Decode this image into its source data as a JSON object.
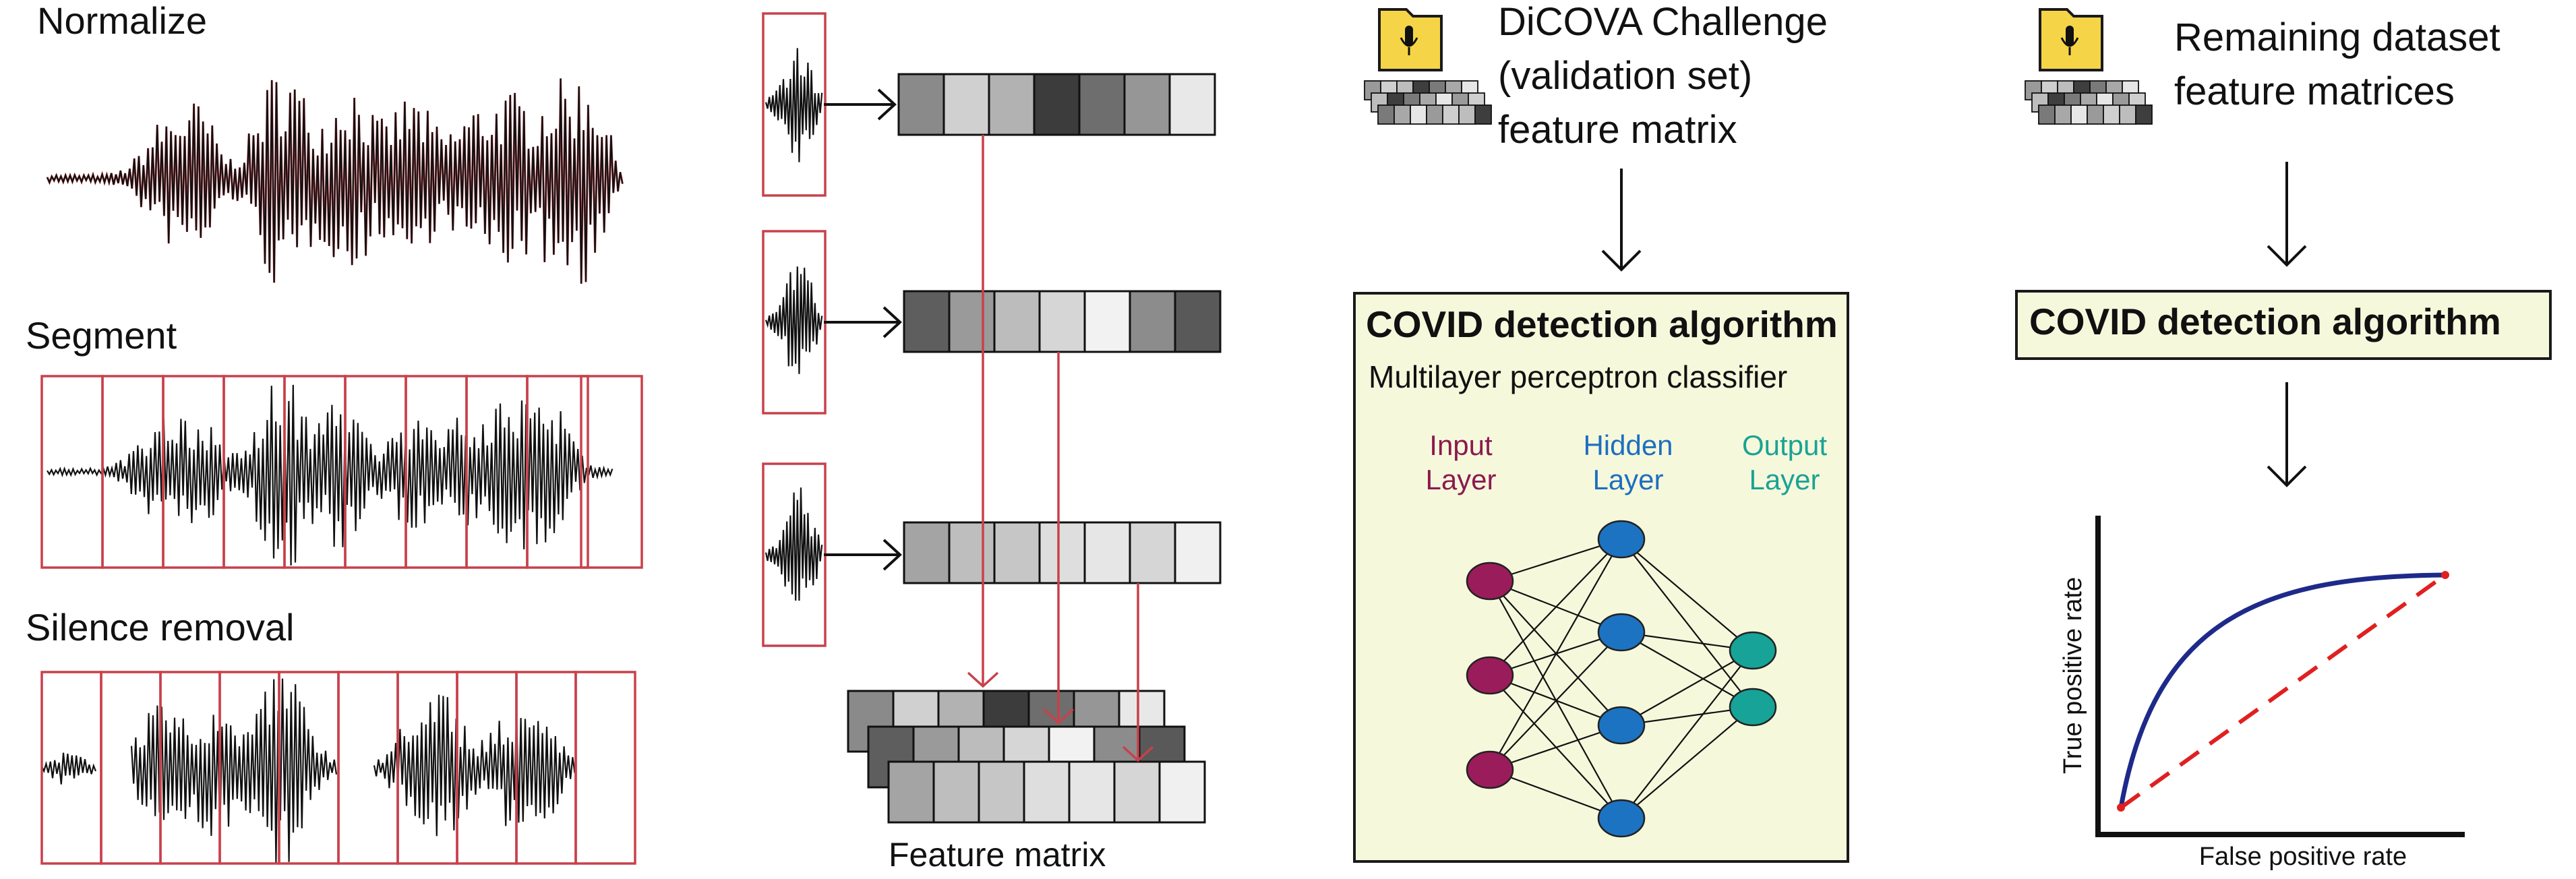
{
  "labels": {
    "normalize": "Normalize",
    "segment": "Segment",
    "silence_removal": "Silence removal",
    "feature_matrix": "Feature matrix",
    "dicova_line1": "DiCOVA Challenge",
    "dicova_line2": "(validation set)",
    "dicova_line3": "feature matrix",
    "remaining_line1": "Remaining dataset",
    "remaining_line2": "feature matrices"
  },
  "algorithm_box": {
    "title": "COVID detection algorithm",
    "subtitle": "Multilayer perceptron classifier",
    "input_layer_line1": "Input",
    "input_layer_line2": "Layer",
    "hidden_layer_line1": "Hidden",
    "hidden_layer_line2": "Layer",
    "output_layer_line1": "Output",
    "output_layer_line2": "Layer"
  },
  "algorithm_box_right": {
    "title": "COVID detection algorithm"
  },
  "roc": {
    "xlabel": "False positive rate",
    "ylabel": "True positive rate"
  },
  "network": {
    "input_nodes": 3,
    "hidden_nodes": 4,
    "output_nodes": 2
  },
  "feature_vectors": [
    [
      "#8a8a8a",
      "#d0d0d0",
      "#b2b2b2",
      "#3c3c3c",
      "#6e6e6e",
      "#969696",
      "#e8e8e8"
    ],
    [
      "#5e5e5e",
      "#9a9a9a",
      "#bcbcbc",
      "#d6d6d6",
      "#f2f2f2",
      "#8c8c8c",
      "#595959"
    ],
    [
      "#a4a4a4",
      "#bebebe",
      "#c6c6c6",
      "#dedede",
      "#e6e6e6",
      "#d6d6d6",
      "#f0f0f0"
    ]
  ],
  "colors": {
    "red": "#c8414b",
    "input_node": "#9b1c5a",
    "hidden_node": "#1c73c2",
    "output_node": "#17a397",
    "input_label": "#8b1a4f",
    "hidden_label": "#1d6fbf",
    "output_label": "#1aa394",
    "box_fill": "#f6f8dc",
    "roc_curve": "#1e2a8a",
    "roc_diagonal": "#e02020",
    "folder_fill": "#f5d547",
    "folder_stroke": "#1a1a1a"
  }
}
